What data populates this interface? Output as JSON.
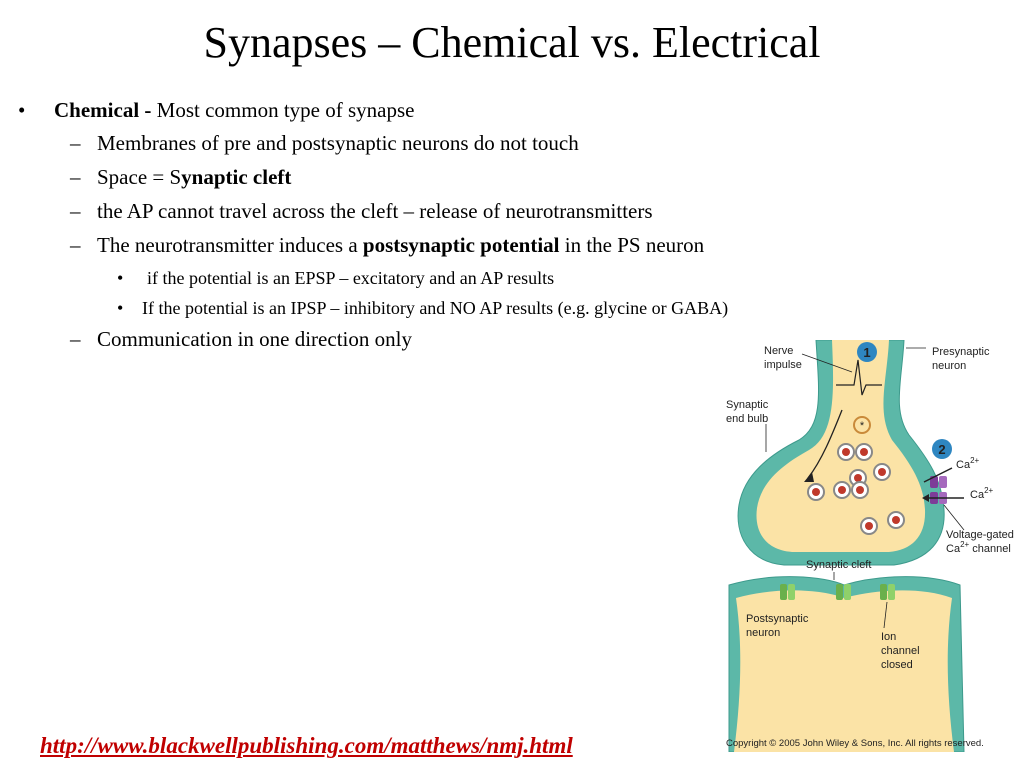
{
  "slide": {
    "title": "Synapses – Chemical vs. Electrical",
    "bullets": {
      "b1": {
        "marker": "•",
        "bold": "Chemical - ",
        "text": " Most common type of synapse"
      },
      "s1": {
        "marker": "–",
        "text": "Membranes of pre and postsynaptic neurons do not touch"
      },
      "s2": {
        "marker": "–",
        "pre": "Space = S",
        "bold": "ynaptic cleft"
      },
      "s3": {
        "marker": "–",
        "text": "the AP cannot travel across the cleft – release of neurotransmitters"
      },
      "s4": {
        "marker": "–",
        "pre": "The neurotransmitter induces a ",
        "bold": "postsynaptic potential",
        "post": " in the PS neuron"
      },
      "t1": {
        "marker": "•",
        "text": "if the potential is an EPSP – excitatory and an AP results"
      },
      "t2": {
        "marker": "•",
        "text": "If the potential is an IPSP – inhibitory and NO AP results (e.g. glycine or GABA)"
      },
      "s5": {
        "marker": "–",
        "text": "Communication in one direction only"
      }
    },
    "url": "http://www.blackwellpublishing.com/matthews/nmj.html"
  },
  "figure": {
    "step1": "1",
    "step2": "2",
    "nerve_impulse_1": "Nerve",
    "nerve_impulse_2": "impulse",
    "presynaptic_1": "Presynaptic",
    "presynaptic_2": "neuron",
    "end_bulb_1": "Synaptic",
    "end_bulb_2": "end bulb",
    "ca1": "Ca",
    "ca1_sup": "2+",
    "ca2": "Ca",
    "ca2_sup": "2+",
    "vgc_1": "Voltage-gated",
    "vgc_2_a": "Ca",
    "vgc_2_sup": "2+",
    "vgc_2_b": " channel",
    "cleft": "Synaptic cleft",
    "postsynaptic_1": "Postsynaptic",
    "postsynaptic_2": "neuron",
    "ion_1": "Ion",
    "ion_2": "channel",
    "ion_3": "closed",
    "copyright": "Copyright © 2005 John Wiley & Sons, Inc.  All rights reserved.",
    "colors": {
      "membrane": "#5cb8a8",
      "membrane_dark": "#3d9a8c",
      "cytoplasm": "#fbe3a6",
      "vesicle": "#c0392b",
      "channel_purple": "#7d3c98",
      "receptor_green": "#6ab04c",
      "step_badge": "#2e86c1"
    }
  }
}
